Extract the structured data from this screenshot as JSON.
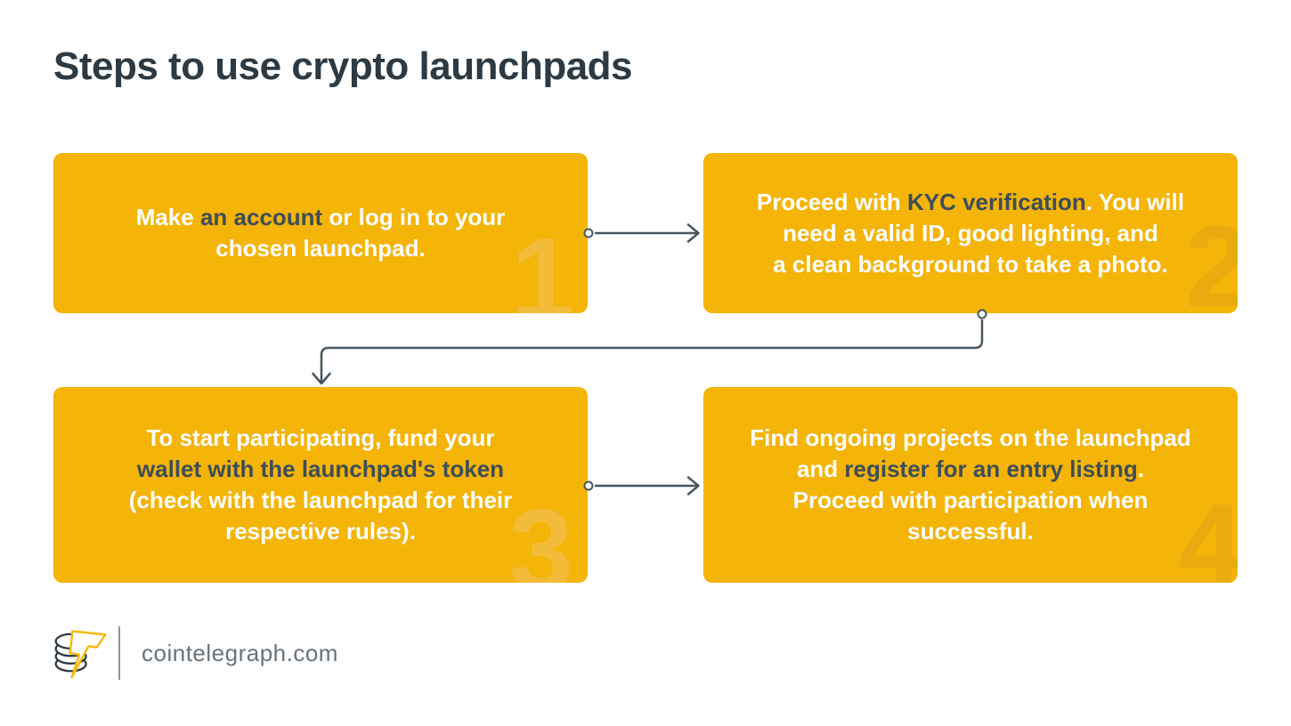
{
  "title": "Steps to use crypto launchpads",
  "colors": {
    "box_bg": "#f4b408",
    "accent_dark": "#3d4e58",
    "title": "#2d3a43",
    "connector": "#47565f",
    "watermark_light": "#f2bc3a",
    "watermark_dark": "#e9ab10",
    "footer_text": "#68737d",
    "bolt_yellow": "#f7b90c",
    "coin_outline": "#2c3840"
  },
  "steps": [
    {
      "number": "1",
      "watermark_style": "light",
      "segments": [
        {
          "text": "Make ",
          "bold": false
        },
        {
          "text": "an account",
          "bold": true
        },
        {
          "text": " or log in to your\nchosen launchpad.",
          "bold": false
        }
      ]
    },
    {
      "number": "2",
      "watermark_style": "dark",
      "segments": [
        {
          "text": "Proceed with ",
          "bold": false
        },
        {
          "text": "KYC verification",
          "bold": true
        },
        {
          "text": ". You will\nneed a valid ID, good lighting, and\na clean background to take a photo.",
          "bold": false
        }
      ]
    },
    {
      "number": "3",
      "watermark_style": "light",
      "segments": [
        {
          "text": "To start participating, fund your\n",
          "bold": false
        },
        {
          "text": "wallet with the launchpad's token",
          "bold": true
        },
        {
          "text": "\n(check with the launchpad for their\nrespective rules).",
          "bold": false
        }
      ]
    },
    {
      "number": "4",
      "watermark_style": "dark",
      "segments": [
        {
          "text": "Find ongoing projects on the launchpad\nand ",
          "bold": false
        },
        {
          "text": "register for an entry listing",
          "bold": true
        },
        {
          "text": ".\nProceed with participation when\nsuccessful.",
          "bold": false
        }
      ]
    }
  ],
  "footer": {
    "site": "cointelegraph.com",
    "logo_icon": "cointelegraph-coin-lightning-logo"
  }
}
